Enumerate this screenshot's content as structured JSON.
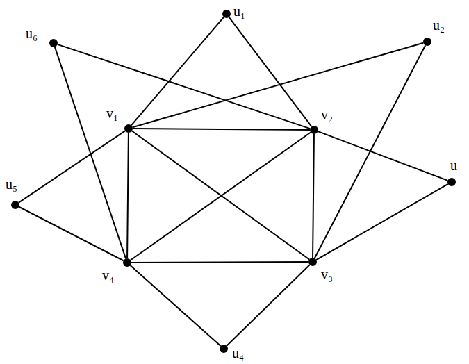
{
  "diagram": {
    "nodes": [
      {
        "text": [
          "u₁"
        ]
      },
      {
        "text": [
          "u₆"
        ]
      },
      {
        "text": [
          "u₂"
        ]
      },
      {
        "text": [
          "v₁"
        ]
      },
      {
        "text": [
          "v₂"
        ]
      },
      {
        "text": [
          "u"
        ]
      },
      {
        "text": [
          "u₅"
        ]
      },
      {
        "text": [
          "v₄"
        ]
      },
      {
        "text": [
          "v₃"
        ]
      },
      {
        "text": [
          "u₄"
        ]
      }
    ],
    "edges": [
      {
        "from": 0,
        "to": 3,
        "arrow": "none"
      },
      {
        "from": 0,
        "to": 4,
        "arrow": "none"
      },
      {
        "from": 1,
        "to": 4,
        "arrow": "none"
      },
      {
        "from": 1,
        "to": 7,
        "arrow": "none"
      },
      {
        "from": 2,
        "to": 3,
        "arrow": "none"
      },
      {
        "from": 2,
        "to": 8,
        "arrow": "none"
      },
      {
        "from": 5,
        "to": 4,
        "arrow": "none"
      },
      {
        "from": 5,
        "to": 8,
        "arrow": "none"
      },
      {
        "from": 6,
        "to": 3,
        "arrow": "none"
      },
      {
        "from": 6,
        "to": 7,
        "arrow": "none"
      },
      {
        "from": 9,
        "to": 7,
        "arrow": "none"
      },
      {
        "from": 9,
        "to": 8,
        "arrow": "none"
      },
      {
        "from": 3,
        "to": 4,
        "arrow": "none"
      },
      {
        "from": 3,
        "to": 7,
        "arrow": "none"
      },
      {
        "from": 3,
        "to": 8,
        "arrow": "none"
      },
      {
        "from": 4,
        "to": 8,
        "arrow": "none"
      },
      {
        "from": 4,
        "to": 7,
        "arrow": "none"
      },
      {
        "from": 7,
        "to": 8,
        "arrow": "none"
      }
    ]
  }
}
